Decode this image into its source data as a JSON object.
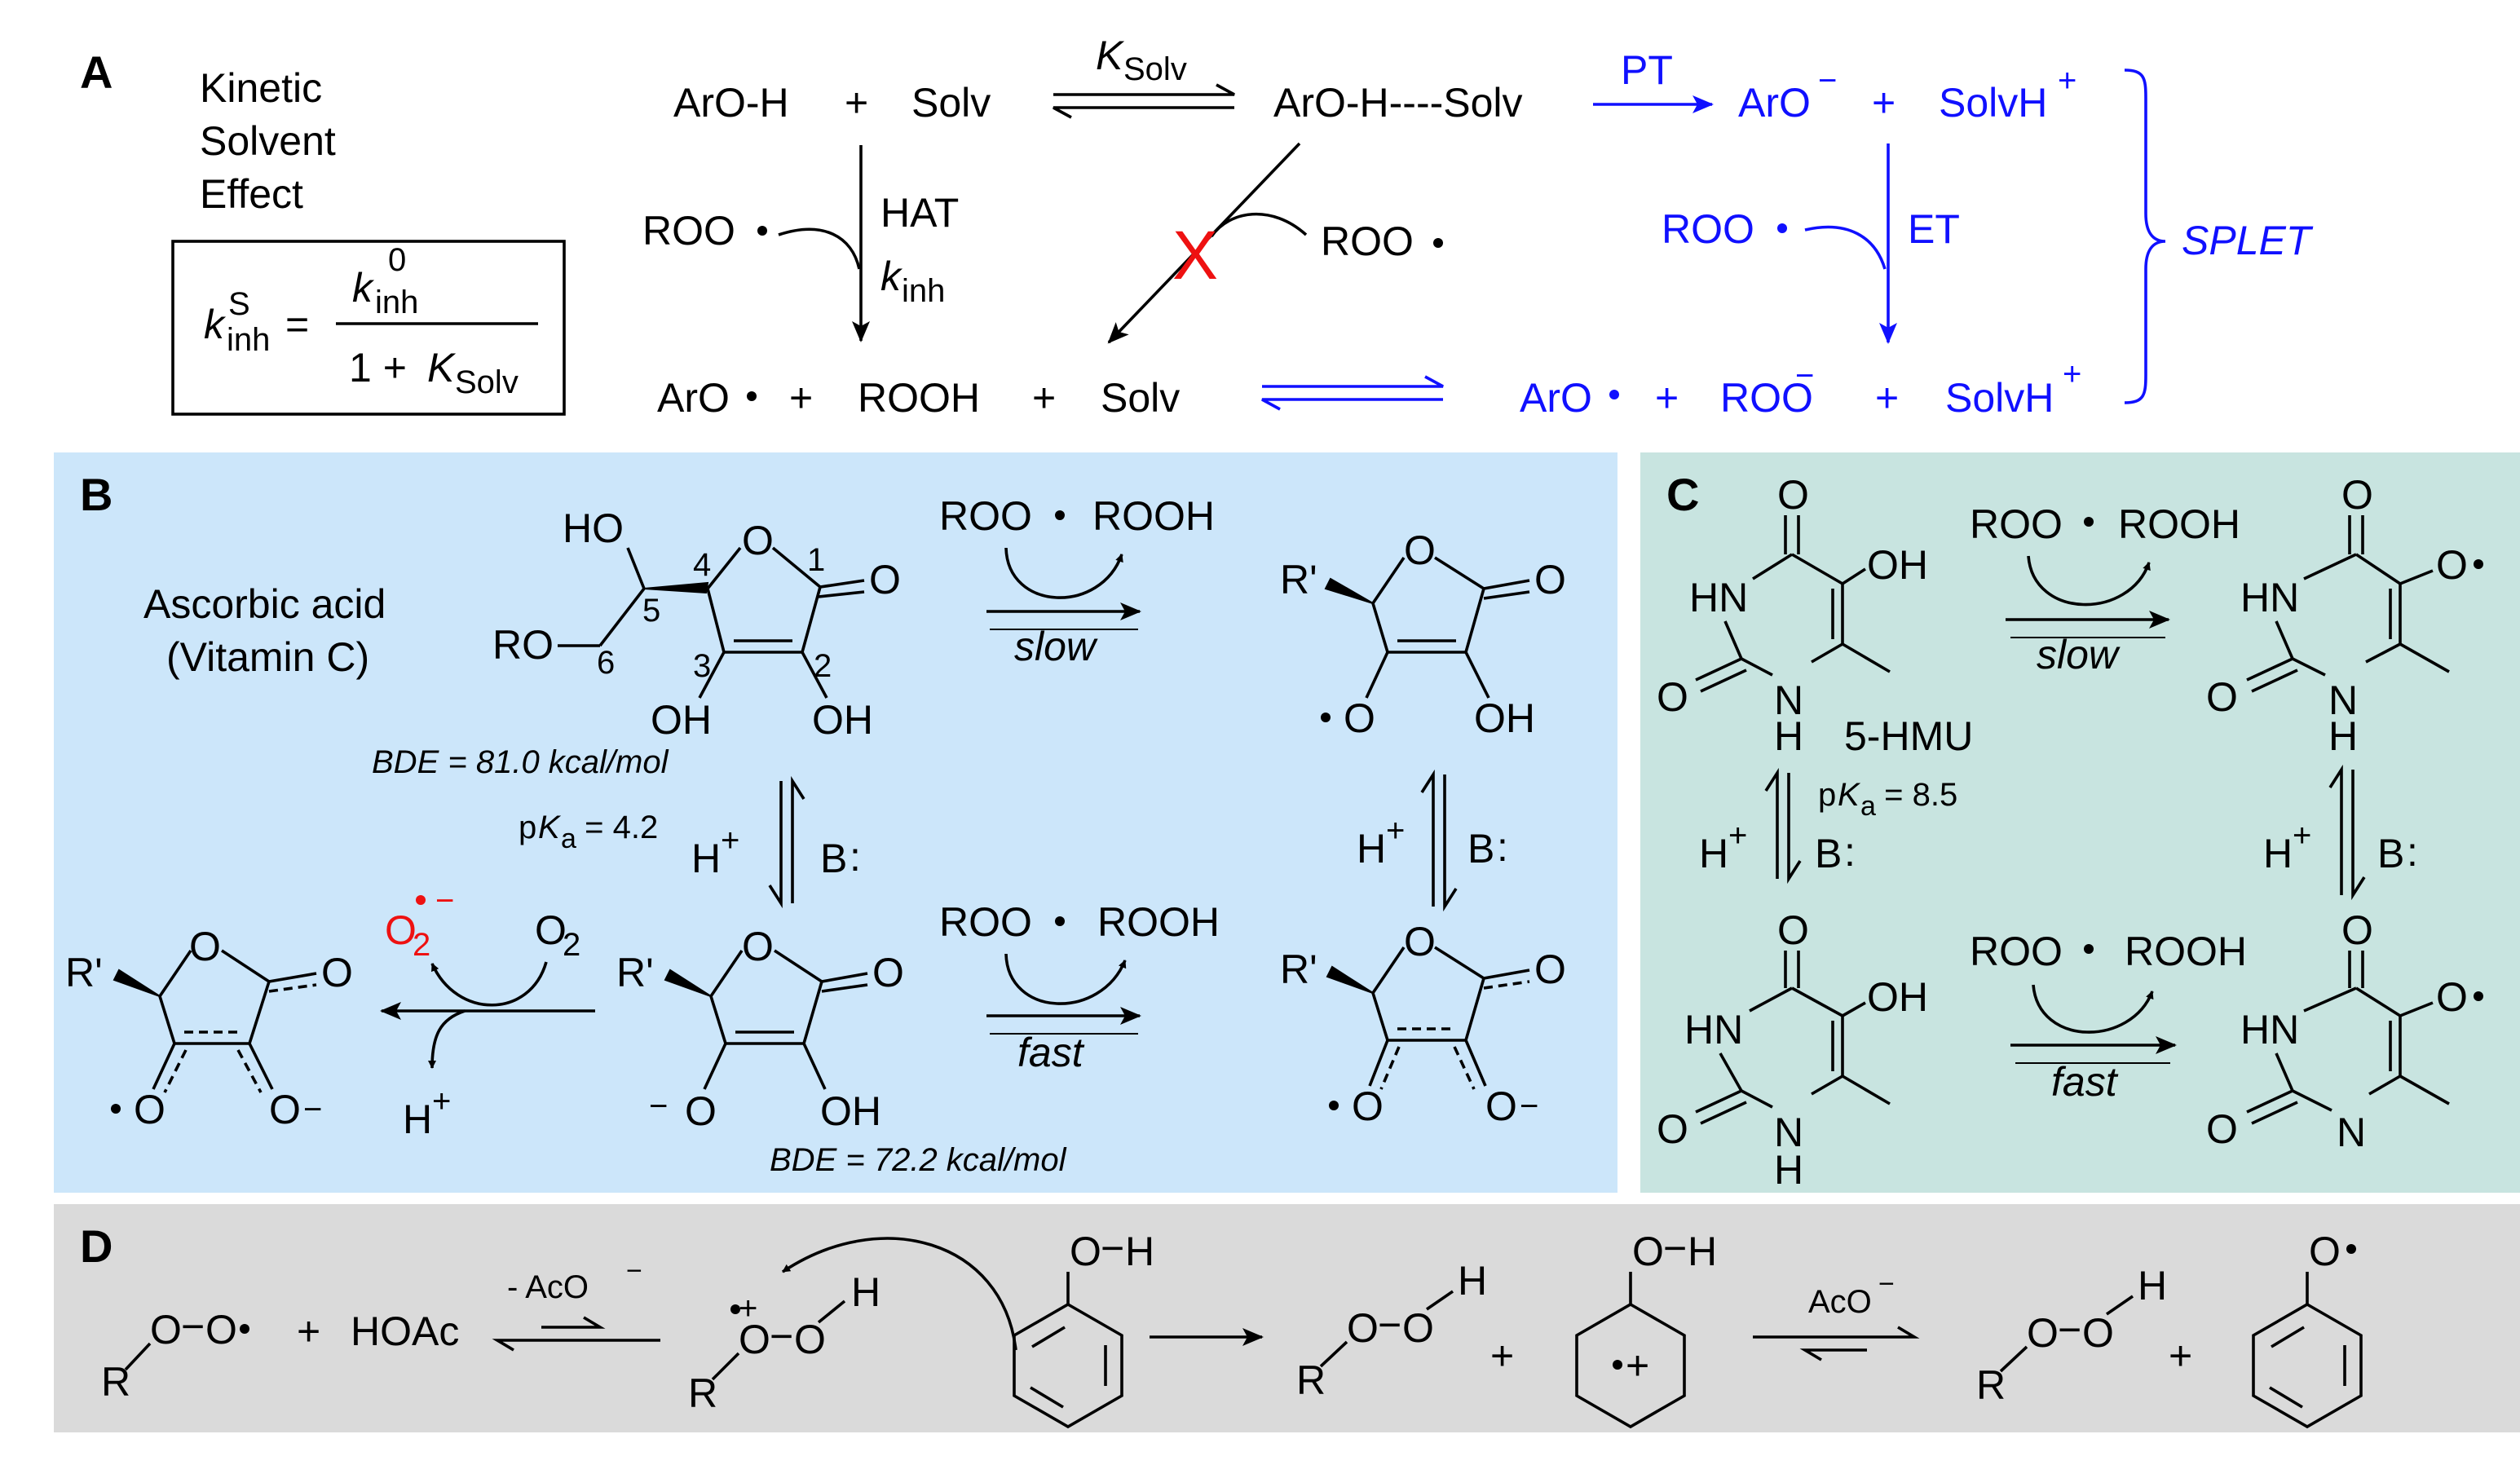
{
  "colors": {
    "panel_b_background": "#cce6fa",
    "panel_c_background": "#c8e4e0",
    "panel_d_background": "#dadada",
    "splet_blue": "#1010ff",
    "cross_red": "#ee1111",
    "superoxide_red": "#ee1111"
  },
  "panel_a": {
    "letter": "A",
    "title_lines": [
      "Kinetic",
      "Solvent",
      "Effect"
    ],
    "equation": {
      "lhs_k": "k",
      "lhs_sup": "S",
      "lhs_sub": "inh",
      "equals": "=",
      "num_k": "k",
      "num_sup": "0",
      "num_sub": "inh",
      "den_prefix": "1 + ",
      "den_K": "K",
      "den_sub": "Solv"
    },
    "reactant_aroh": "ArO-H",
    "plus": "+",
    "solv": "Solv",
    "ksolv_K": "K",
    "ksolv_sub": "Solv",
    "complex": "ArO-H----Solv",
    "pt": "PT",
    "aro_anion": "ArO",
    "anion_charge": "−",
    "solvh": "SolvH",
    "cation_charge": "+",
    "roo_radical": "ROO",
    "hat": "HAT",
    "kinh_k": "k",
    "kinh_sub": "inh",
    "cross_mark": "X",
    "et": "ET",
    "splet": "SPLET",
    "product_aro_radical": "ArO",
    "rooh": "ROOH",
    "roo_anion": "ROO"
  },
  "panel_b": {
    "letter": "B",
    "name_line1": "Ascorbic acid",
    "name_line2": "(Vitamin C)",
    "ho": "HO",
    "ro": "RO",
    "oh": "OH",
    "o": "O",
    "atom_numbers": [
      "1",
      "2",
      "3",
      "4",
      "5",
      "6"
    ],
    "bde_top": "BDE = 81.0 kcal/mol",
    "pka_p": "p",
    "pka_K": "K",
    "pka_sub": "a",
    "pka_value": " = 4.2",
    "h_plus": "H",
    "plus_sup": "+",
    "base": "B",
    "colon": ":",
    "roo_radical": "ROO",
    "rooh": "ROOH",
    "slow": "slow",
    "fast": "fast",
    "r_prime": "R'",
    "superoxide": "O",
    "superoxide_sub": "2",
    "superoxide_charge": "−",
    "o2": "O",
    "o2_sub": "2",
    "minus": "−",
    "bde_bottom": "BDE = 72.2 kcal/mol"
  },
  "panel_c": {
    "letter": "C",
    "o": "O",
    "oh": "OH",
    "hn": "HN",
    "n": "N",
    "h": "H",
    "hmu": "5-HMU",
    "pka_p": "p",
    "pka_K": "K",
    "pka_sub": "a",
    "pka_value": " = 8.5",
    "h_plus": "H",
    "plus_sup": "+",
    "base": "B",
    "colon": ":",
    "roo_radical": "ROO",
    "rooh": "ROOH",
    "slow": "slow",
    "fast": "fast"
  },
  "panel_d": {
    "letter": "D",
    "r": "R",
    "o": "O",
    "h": "H",
    "bond_dash": "−",
    "plus": "+",
    "hoac": "HOAc",
    "minus_aco": "- AcO",
    "aco": "AcO",
    "anion_charge": "−",
    "radical_cation": "+"
  }
}
